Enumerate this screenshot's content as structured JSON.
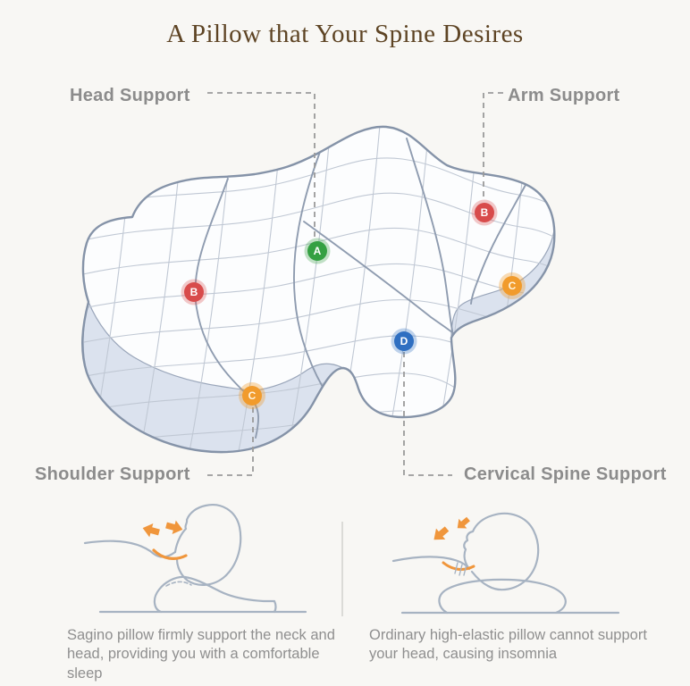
{
  "title": {
    "text": "A Pillow that Your Spine Desires",
    "color": "#5e4424"
  },
  "diagram": {
    "callouts": [
      {
        "id": "head",
        "label": "Head Support",
        "marker": "A",
        "marker_color": "#34a042"
      },
      {
        "id": "arm",
        "label": "Arm Support",
        "marker": "B",
        "marker_color": "#d84b4b"
      },
      {
        "id": "shoulder",
        "label": "Shoulder Support",
        "marker": "C",
        "marker_color": "#f19b2c"
      },
      {
        "id": "cervical",
        "label": "Cervical Spine Support",
        "marker": "D",
        "marker_color": "#2f6fc1"
      }
    ],
    "markers": {
      "a": "A",
      "b": "B",
      "c": "C",
      "d": "D"
    }
  },
  "comparison": {
    "left_caption": "Sagino pillow firmly support the neck and head, providing you with a comfortable sleep",
    "right_caption": "Ordinary high-elastic pillow cannot support your head, causing insomnia"
  },
  "colors": {
    "background": "#f8f7f4",
    "label_gray": "#8c8c8c",
    "caption_gray": "#8f8f8f",
    "pillow_outline": "#8593a8",
    "pillow_mesh": "#c0c8d4",
    "pillow_side_band": "#dbe2ee",
    "accent_orange": "#f0963c",
    "dash_gray": "#9a9a9a"
  }
}
